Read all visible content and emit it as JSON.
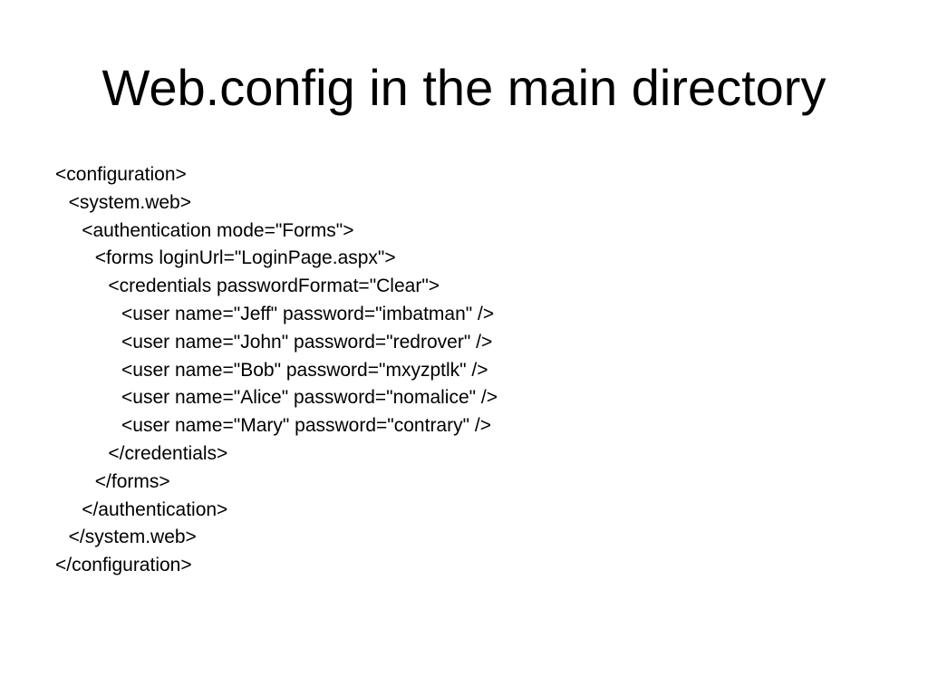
{
  "slide": {
    "title": "Web.config in the main directory",
    "code_lines": [
      {
        "indent": 0,
        "text": "<configuration>"
      },
      {
        "indent": 1,
        "text": "<system.web>"
      },
      {
        "indent": 2,
        "text": "<authentication mode=\"Forms\">"
      },
      {
        "indent": 3,
        "text": "<forms loginUrl=\"LoginPage.aspx\">"
      },
      {
        "indent": 4,
        "text": "<credentials passwordFormat=\"Clear\">"
      },
      {
        "indent": 5,
        "text": "<user name=\"Jeff\" password=\"imbatman\" />"
      },
      {
        "indent": 5,
        "text": "<user name=\"John\" password=\"redrover\" />"
      },
      {
        "indent": 5,
        "text": "<user name=\"Bob\" password=\"mxyzptlk\" />"
      },
      {
        "indent": 5,
        "text": "<user name=\"Alice\" password=\"nomalice\" />"
      },
      {
        "indent": 5,
        "text": "<user name=\"Mary\" password=\"contrary\" />"
      },
      {
        "indent": 4,
        "text": "</credentials>"
      },
      {
        "indent": 3,
        "text": "</forms>"
      },
      {
        "indent": 2,
        "text": "</authentication>"
      },
      {
        "indent": 1,
        "text": "</system.web>"
      },
      {
        "indent": 0,
        "text": "</configuration>"
      }
    ]
  }
}
